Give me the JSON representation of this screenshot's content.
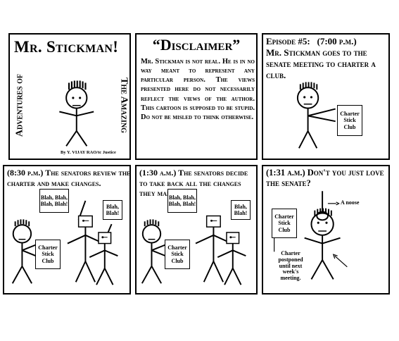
{
  "panel1": {
    "title": "Mr. Stickman!",
    "left_vertical": "Adventures of",
    "right_vertical": "The Amazing",
    "credit": "By Y. VIJAY RAO/tc Justice"
  },
  "panel2": {
    "title": "“Disclaimer”",
    "body": "Mr. Stickman is not real. He is in no way meant to represent any particular person. The views presented here do not necessarily reflect the views of the author. This cartoon is supposed to be stupid. Do not be misled to think otherwise."
  },
  "panel3": {
    "caption_line1": "Episode #5:   (7:00 p.m.)",
    "caption_rest": "Mr. Stickman goes to the senate meeting to charter a club.",
    "sign": "Charter Stick Club"
  },
  "panel4": {
    "caption": "(8:30 p.m.) The senators review the charter and make changes.",
    "bubble1": "Blah, Blah, Blah, Blah!",
    "bubble2": "Blah, Blah!",
    "sign": "Charter Stick Club"
  },
  "panel5": {
    "caption": "(1:30 a.m.) The senators decide to take back all the changes they made.",
    "bubble1": "Blah, Blah, Blah, Blah!",
    "bubble2": "Blah, Blah!",
    "sign": "Charter Stick Club"
  },
  "panel6": {
    "caption": "(1:31 a.m.) Don't you just love the senate?",
    "noose_label": "A noose",
    "sign": "Charter Stick Club",
    "postponed_note": "Charter postponed until next week's meeting."
  }
}
